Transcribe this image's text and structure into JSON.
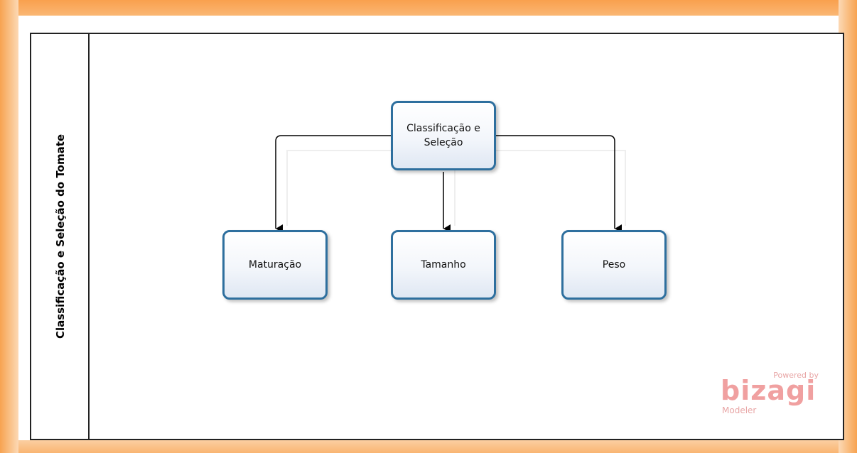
{
  "pool": {
    "lane_title": "Classificação e Seleção do Tomate"
  },
  "tasks": {
    "root": "Classificação e Seleção",
    "maturacao": "Maturação",
    "tamanho": "Tamanho",
    "peso": "Peso"
  },
  "logo": {
    "powered_by": "Powered by",
    "brand": "bizagi",
    "product": "Modeler"
  },
  "colors": {
    "task_border": "#2e6f9e",
    "frame": "#f9a04e",
    "logo": "#f0a0a0"
  }
}
